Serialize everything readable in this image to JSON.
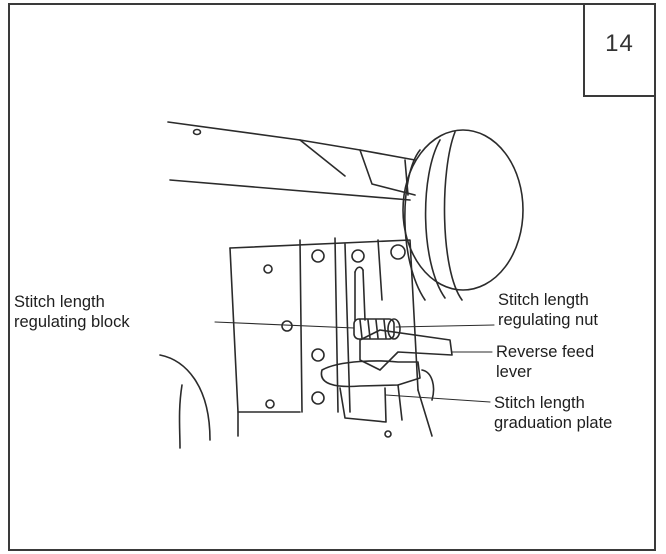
{
  "figure": {
    "number": "14"
  },
  "labels": {
    "block_line1": "Stitch length",
    "block_line2": "regulating block",
    "nut_line1": "Stitch length",
    "nut_line2": "regulating nut",
    "lever_line1": "Reverse feed",
    "lever_line2": "lever",
    "plate_line1": "Stitch length",
    "plate_line2": "graduation plate"
  }
}
